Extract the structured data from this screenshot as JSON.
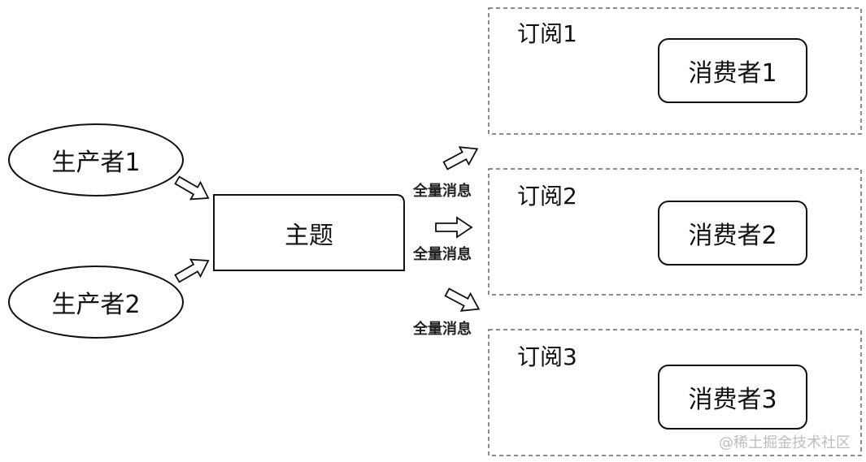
{
  "producers": [
    {
      "label": "生产者1"
    },
    {
      "label": "生产者2"
    }
  ],
  "topic": {
    "label": "主题"
  },
  "subscriptions": [
    {
      "title": "订阅1",
      "consumer": "消费者1"
    },
    {
      "title": "订阅2",
      "consumer": "消费者2"
    },
    {
      "title": "订阅3",
      "consumer": "消费者3"
    }
  ],
  "flow_labels": [
    "全量消息",
    "全量消息",
    "全量消息"
  ],
  "watermark": "@稀土掘金技术社区",
  "colors": {
    "stroke": "#111111",
    "dashed_stroke": "#666666",
    "watermark": "#bdbdbd"
  }
}
